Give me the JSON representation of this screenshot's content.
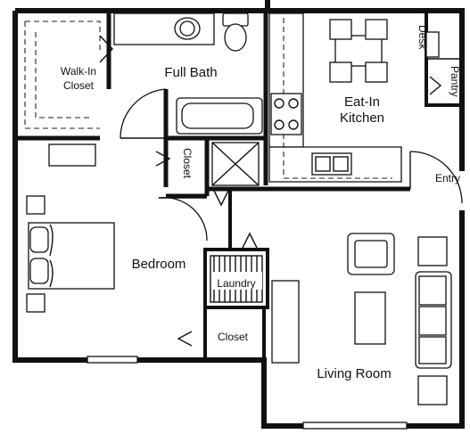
{
  "rooms": {
    "walk_in_closet": [
      "Walk-In",
      "Closet"
    ],
    "full_bath": "Full Bath",
    "eat_in_kitchen": [
      "Eat-In",
      "Kitchen"
    ],
    "desk": "Desk",
    "pantry": "Pantry",
    "entry": "Entry",
    "hall_closet": "Closet",
    "bedroom": "Bedroom",
    "laundry": "Laundry",
    "bedroom_closet": "Closet",
    "living_room": "Living Room"
  },
  "icons": {
    "door_swing": "door-swing-icon",
    "bathtub": "bathtub-icon",
    "toilet": "toilet-icon",
    "sink": "sink-icon",
    "stove": "stove-icon",
    "water_heater": "water-heater-icon",
    "bed": "bed-icon",
    "sofa": "sofa-icon",
    "armchair": "armchair-icon",
    "dining_table": "dining-table-icon"
  }
}
